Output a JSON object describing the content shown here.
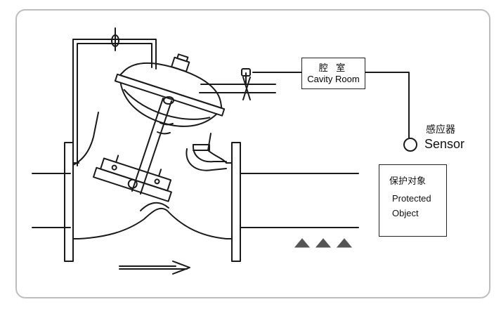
{
  "cavity_room": {
    "label_zh": "腔 室",
    "label_en": "Cavity Room"
  },
  "sensor": {
    "label_zh": "感应器",
    "label_en": "Sensor"
  },
  "protected_object": {
    "label_zh": "保护对象",
    "label_en_line1": "Protected",
    "label_en_line2": "Object"
  },
  "colors": {
    "line": "#1a1a1a",
    "frame": "#bdbdbd",
    "triangle": "#555555"
  }
}
